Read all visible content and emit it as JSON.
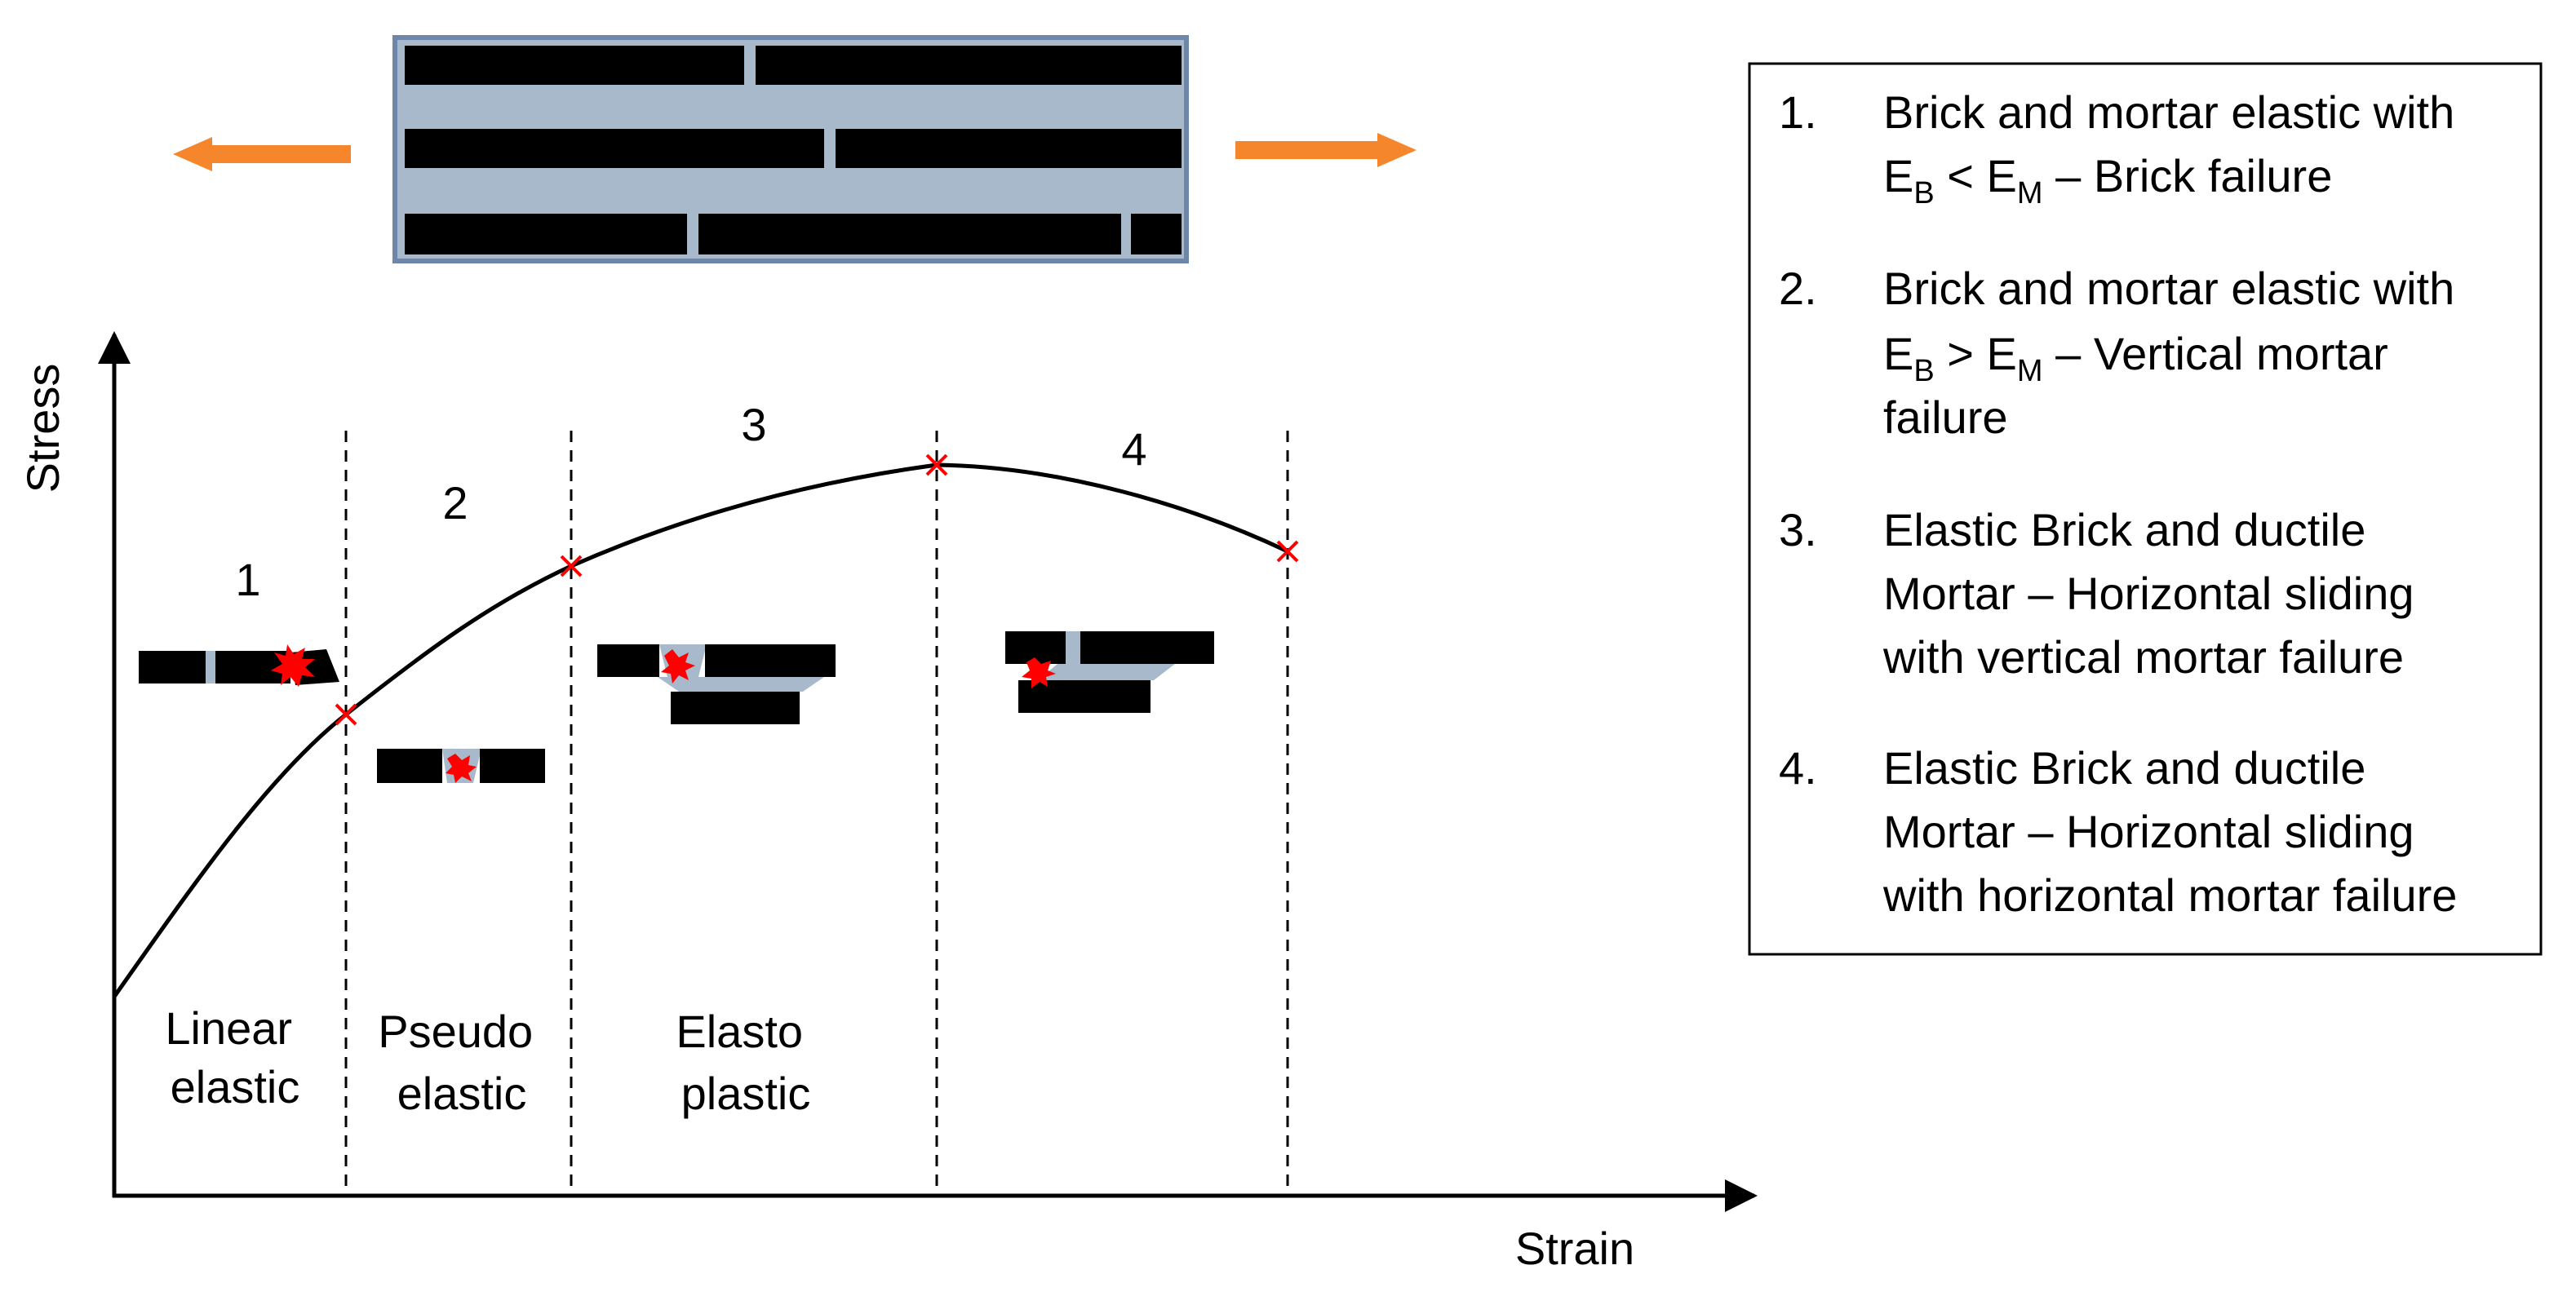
{
  "axes": {
    "x_label": "Strain",
    "y_label": "Stress"
  },
  "regions": [
    {
      "number": "1",
      "label_line1": "Linear",
      "label_line2": "elastic"
    },
    {
      "number": "2",
      "label_line1": "Pseudo",
      "label_line2": "elastic"
    },
    {
      "number": "3",
      "label_line1": "Elasto",
      "label_line2": "plastic"
    },
    {
      "number": "4",
      "label_line1": "",
      "label_line2": ""
    }
  ],
  "legend": [
    {
      "num": "1.",
      "lines": [
        "Brick and mortar elastic with",
        "E_B < E_M – Brick failure"
      ]
    },
    {
      "num": "2.",
      "lines": [
        "Brick and mortar elastic with",
        "E_B > E_M – Vertical mortar",
        "failure"
      ]
    },
    {
      "num": "3.",
      "lines": [
        "Elastic Brick and ductile",
        "Mortar – Horizontal sliding",
        "with vertical mortar failure"
      ]
    },
    {
      "num": "4.",
      "lines": [
        "Elastic Brick and ductile",
        "Mortar – Horizontal sliding",
        "with horizontal mortar failure"
      ]
    }
  ],
  "legend_sub": {
    "line1": {
      "e1": "E",
      "s1": "B",
      "op": " < ",
      "e2": "E",
      "s2": "M",
      "rest": " – Brick failure"
    },
    "line2": {
      "e1": "E",
      "s1": "B",
      "op": " > ",
      "e2": "E",
      "s2": "M",
      "rest": " – Vertical mortar"
    }
  },
  "colors": {
    "brick": "#000000",
    "mortar": "#a9b9cc",
    "mortar_border": "#6e87a8",
    "arrow": "#f5862c",
    "failure_marker": "#ff0000",
    "curve": "#000000"
  }
}
